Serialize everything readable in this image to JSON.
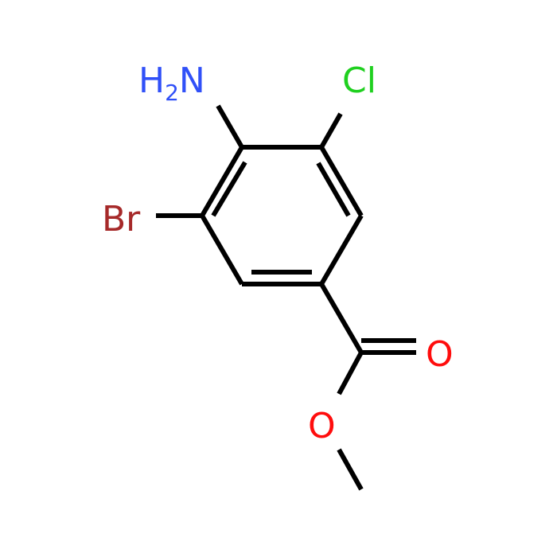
{
  "molecule": {
    "atoms": {
      "amine": {
        "label": "H",
        "subscript": "2",
        "suffix": "N",
        "color": "#3050F8"
      },
      "chloro": {
        "label": "Cl",
        "color": "#1FD01F"
      },
      "bromo": {
        "label": "Br",
        "color": "#A62929"
      },
      "carbonyl_oxygen": {
        "label": "O",
        "color": "#FF0D0D"
      },
      "ester_oxygen": {
        "label": "O",
        "color": "#FF0D0D"
      }
    },
    "bond_color": "#000000"
  }
}
